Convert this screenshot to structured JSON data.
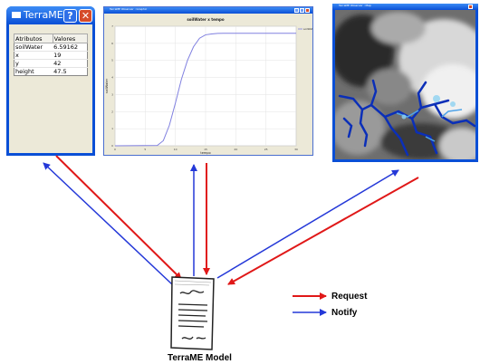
{
  "attr_window": {
    "title": "TerraME ...",
    "help_icon": "?",
    "close_icon": "✕",
    "headers": [
      "Atributos",
      "Valores"
    ],
    "rows": [
      [
        "soilWater",
        "6.59162"
      ],
      [
        "x",
        "19"
      ],
      [
        "y",
        "42"
      ],
      [
        "height",
        "47.5"
      ]
    ]
  },
  "chart_window": {
    "title": "TerraME Observer : Graphic",
    "chart_data": {
      "type": "line",
      "title": "soilWater x tempo",
      "xlabel": "tempo",
      "ylabel": "soilWater",
      "xlim": [
        0,
        30
      ],
      "ylim": [
        0,
        7
      ],
      "grid": true,
      "legend": "top-right",
      "series": [
        {
          "name": "soilWater",
          "color": "#8080e0",
          "x": [
            0,
            7,
            8,
            9,
            10,
            11,
            12,
            13,
            14,
            15,
            16,
            17,
            18,
            20,
            25,
            30
          ],
          "y": [
            0,
            0.02,
            0.3,
            1.2,
            2.5,
            3.9,
            5.0,
            5.8,
            6.3,
            6.5,
            6.55,
            6.58,
            6.59,
            6.59,
            6.59,
            6.59
          ]
        }
      ]
    }
  },
  "map_window": {
    "title": "TerraME Observer : Map"
  },
  "model_label": "TerraME Model",
  "legend": {
    "request_label": "Request",
    "notify_label": "Notify",
    "request_color": "#e01818",
    "notify_color": "#2438d8"
  }
}
